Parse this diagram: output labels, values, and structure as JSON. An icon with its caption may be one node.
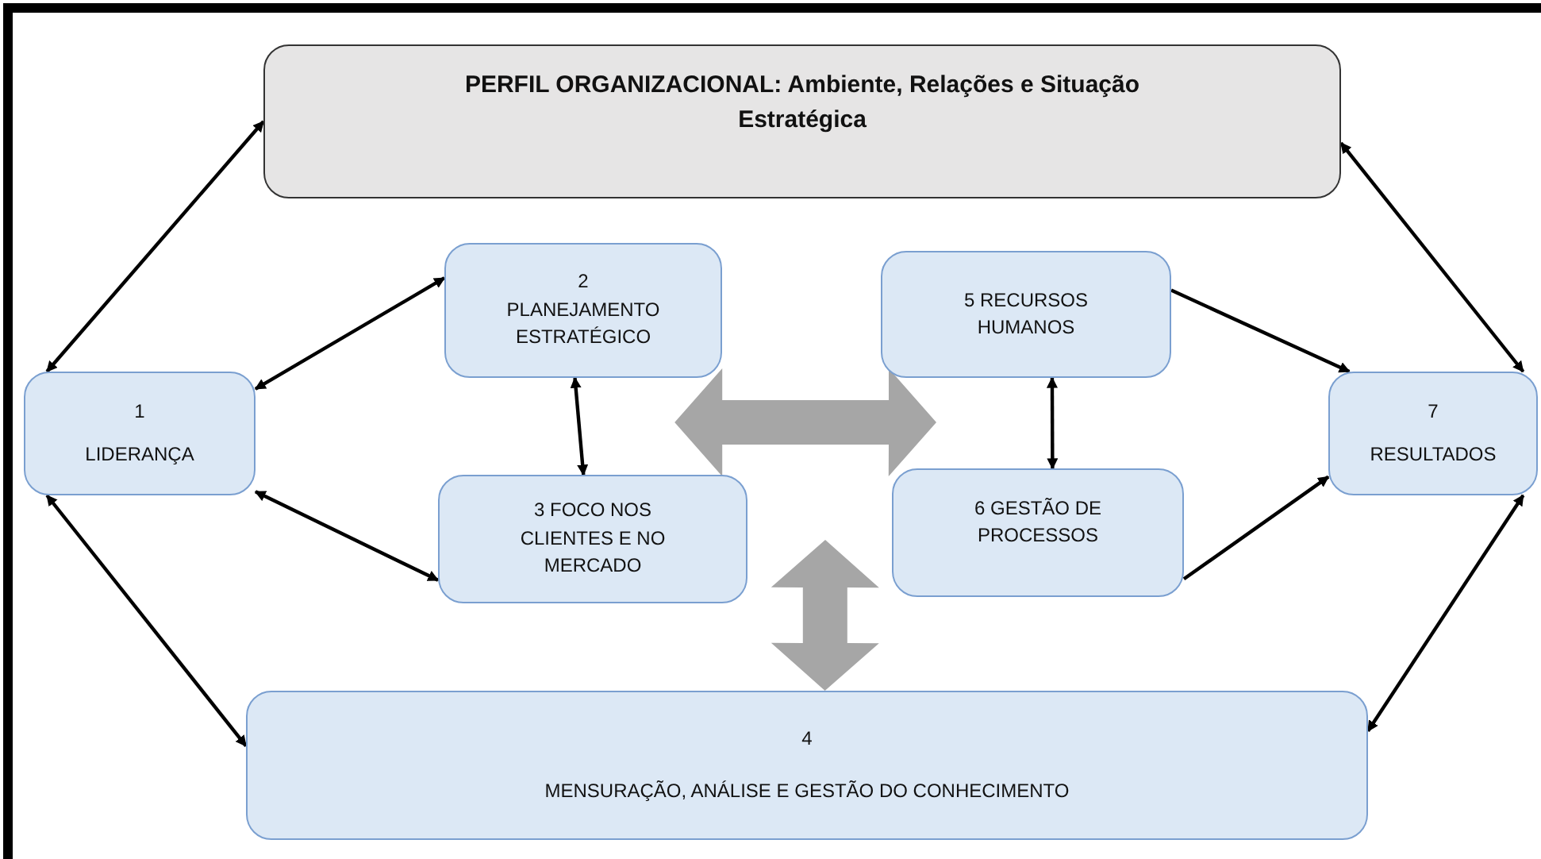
{
  "diagram": {
    "nodes": [
      {
        "text": [
          "PERFIL ORGANIZACIONAL: Ambiente, Relações e Situação Estratégica"
        ]
      },
      {
        "text": [
          "1",
          "LIDERANÇA"
        ]
      },
      {
        "text": [
          "2",
          "PLANEJAMENTO ESTRATÉGICO"
        ]
      },
      {
        "text": [
          "3 FOCO NOS CLIENTES E NO MERCADO"
        ]
      },
      {
        "text": [
          "4",
          "MENSURAÇÃO, ANÁLISE E GESTÃO DO CONHECIMENTO"
        ]
      },
      {
        "text": [
          "5 RECURSOS HUMANOS"
        ]
      },
      {
        "text": [
          "6 GESTÃO DE PROCESSOS"
        ]
      },
      {
        "text": [
          "7",
          "RESULTADOS"
        ]
      }
    ],
    "edges": [
      {
        "from": 1,
        "to": 0,
        "arrow": "both"
      },
      {
        "from": 1,
        "to": 2,
        "arrow": "both"
      },
      {
        "from": 2,
        "to": 3,
        "arrow": "both"
      },
      {
        "from": 1,
        "to": 3,
        "arrow": "both"
      },
      {
        "from": 1,
        "to": 4,
        "arrow": "both"
      },
      {
        "from": 5,
        "to": 7,
        "arrow": "to"
      },
      {
        "from": 6,
        "to": 7,
        "arrow": "to"
      },
      {
        "from": 5,
        "to": 6,
        "arrow": "both"
      },
      {
        "from": 7,
        "to": 0,
        "arrow": "both"
      },
      {
        "from": 7,
        "to": 4,
        "arrow": "both"
      },
      {
        "from": null,
        "to": 4,
        "arrow": "both",
        "style": "thick",
        "color": "#a6a6a6"
      },
      {
        "from": 2,
        "to": 5,
        "arrow": "both",
        "style": "thick",
        "color": "#a6a6a6"
      }
    ]
  }
}
